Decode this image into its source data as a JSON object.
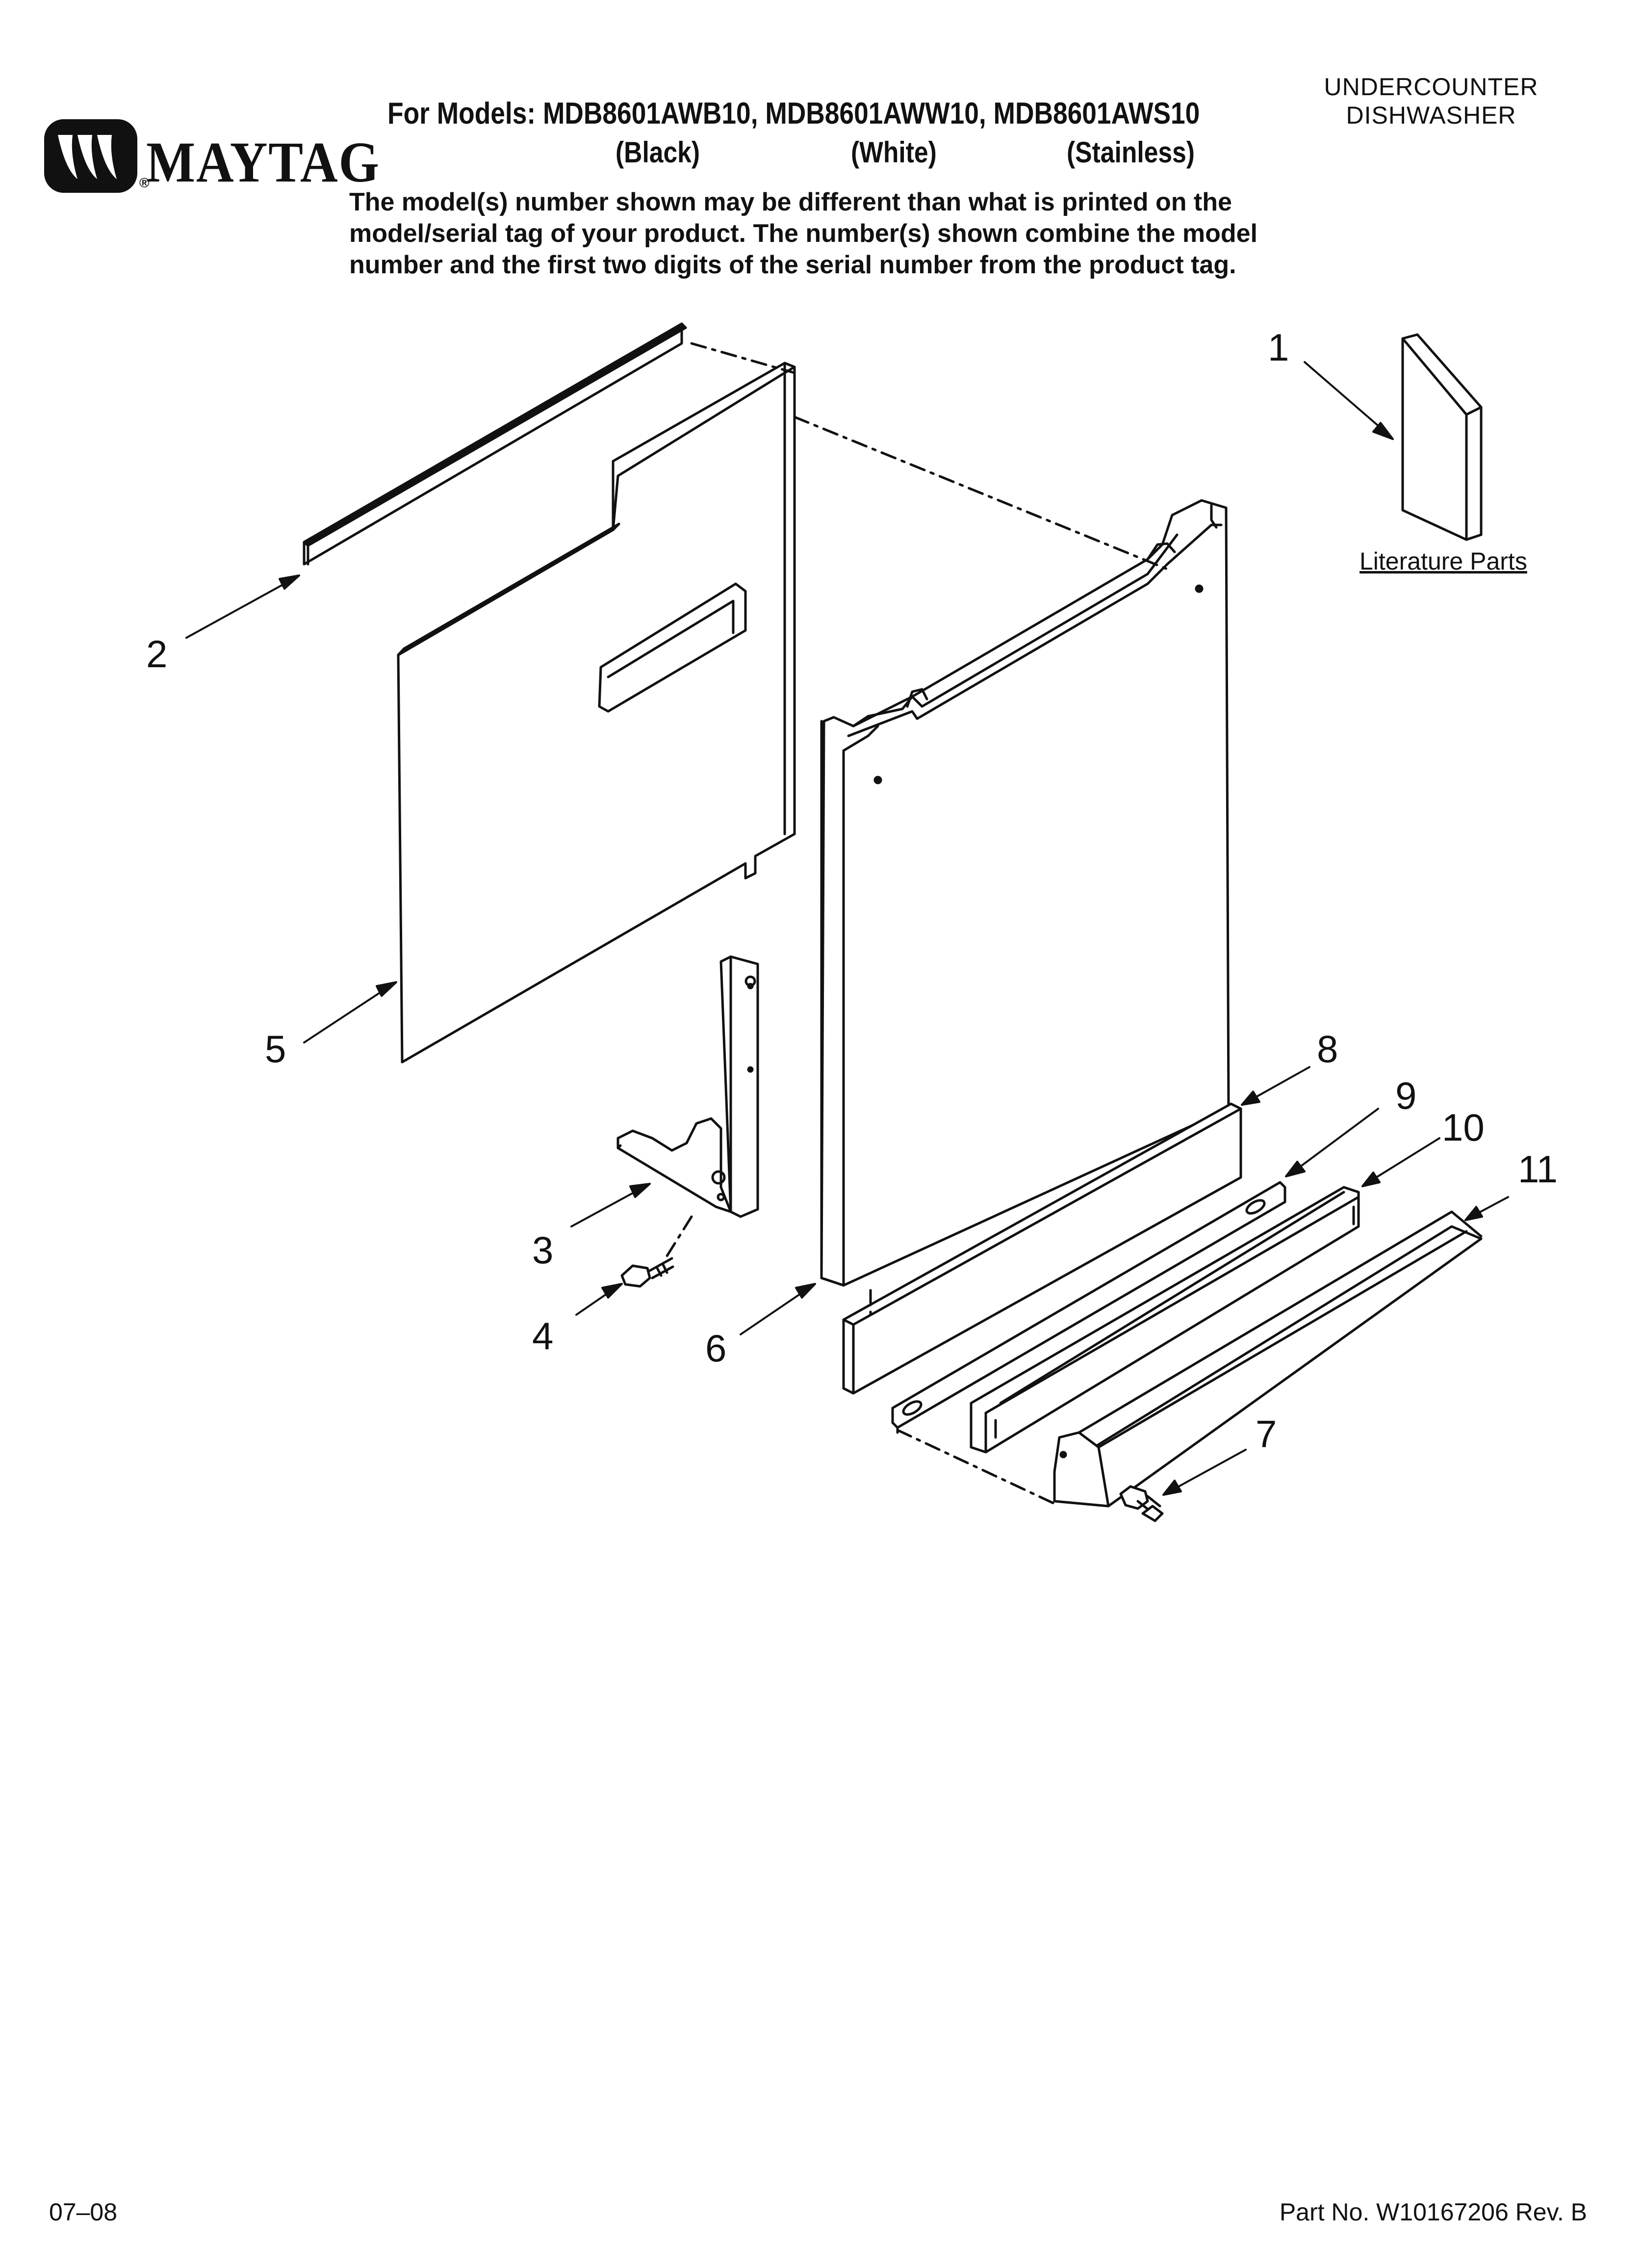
{
  "header": {
    "brand": "MAYTAG",
    "models_line": "For Models: MDB8601AWB10, MDB8601AWW10, MDB8601AWS10",
    "variants": [
      "(Black)",
      "(White)",
      "(Stainless)"
    ],
    "doc_type_lines": [
      "UNDERCOUNTER",
      "DISHWASHER"
    ],
    "disclaimer_lines": [
      "The model(s) number shown may be different than what is printed on the",
      "model/serial tag of your product. The number(s) shown combine the model",
      "number and the first two digits of the serial number from the product tag."
    ]
  },
  "diagram": {
    "callouts": [
      "1",
      "2",
      "3",
      "4",
      "5",
      "6",
      "7",
      "8",
      "9",
      "10",
      "11"
    ],
    "literature_label": "Literature Parts"
  },
  "footer": {
    "date": "07–08",
    "part_number": "Part No. W10167206 Rev. B"
  },
  "colors": {
    "ink": "#111111",
    "background": "#ffffff"
  }
}
